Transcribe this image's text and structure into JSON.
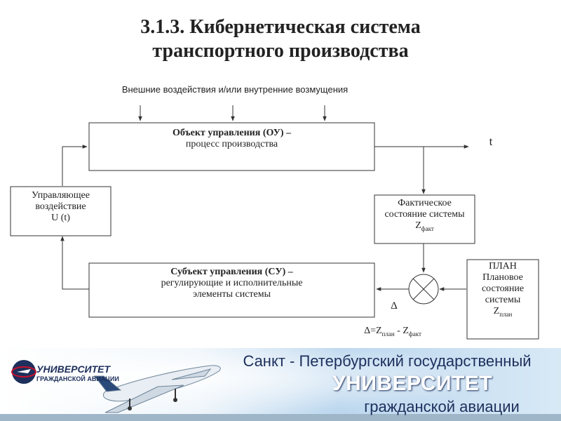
{
  "title": {
    "line1": "3.1.3. Кибернетическая система",
    "line2": "транспортного производства"
  },
  "external_influences": "Внешние воздействия и/или внутренние возмущения",
  "object_block": {
    "line1": "Объект управления (ОУ) –",
    "line2": "процесс производства"
  },
  "output_label": "t",
  "control_action": {
    "line1": "Управляющее",
    "line2": "воздействие",
    "line3": "U (t)"
  },
  "actual_state": {
    "line1": "Фактическое",
    "line2": "состояние системы",
    "z": "Z",
    "sub": "факт"
  },
  "subject_block": {
    "line1": "Субъект управления (СУ) –",
    "line2": "регулирующие и исполнительные",
    "line3": "элементы системы"
  },
  "plan_block": {
    "line1": "ПЛАН",
    "line2": "Плановое",
    "line3": "состояние",
    "line4": "системы",
    "z": "Z",
    "sub": "план"
  },
  "delta_symbol": "Δ",
  "delta_formula": {
    "lhs": "Δ=Z",
    "sub1": "план",
    "mid": " - Z",
    "sub2": "факт"
  },
  "banner": {
    "logo_line1": "УНИВЕРСИТЕТ",
    "logo_line2": "ГРАЖДАНСКОЙ АВИАЦИИ",
    "line1": "Санкт - Петербургский государственный",
    "line2": "УНИВЕРСИТЕТ",
    "line3": "гражданской авиации"
  },
  "colors": {
    "line": "#333333",
    "brand_blue": "#1d2f5c",
    "brand_red": "#c8102e"
  }
}
